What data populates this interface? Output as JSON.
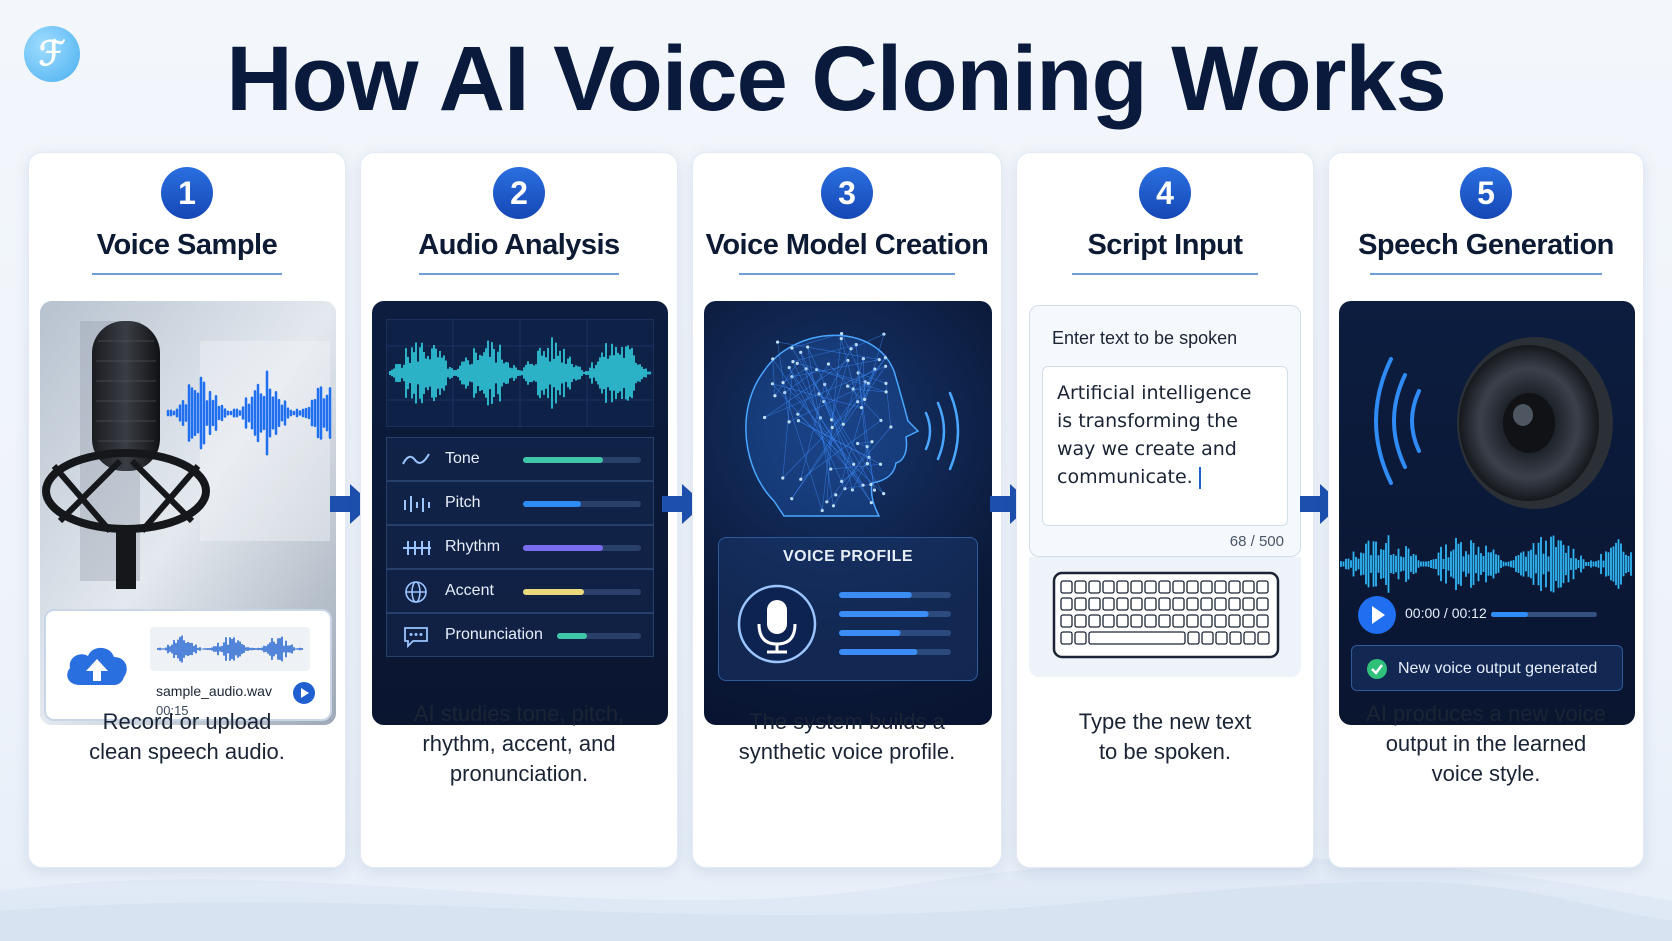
{
  "title": "How AI Voice Cloning Works",
  "logo_glyph": "ℱ",
  "steps": [
    {
      "number": "1",
      "title": "Voice Sample",
      "description": [
        "Record or upload",
        "clean speech audio."
      ],
      "file_name": "sample_audio.wav",
      "file_duration": "00:15"
    },
    {
      "number": "2",
      "title": "Audio Analysis",
      "description": [
        "AI studies tone, pitch,",
        "rhythm, accent, and",
        "pronunciation."
      ],
      "metrics": [
        {
          "label": "Tone",
          "value": 0.68,
          "color": "#3fc6a8",
          "icon": "tone-wave-icon"
        },
        {
          "label": "Pitch",
          "value": 0.49,
          "color": "#2f8cf2",
          "icon": "pitch-bars-icon"
        },
        {
          "label": "Rhythm",
          "value": 0.68,
          "color": "#7a6cf0",
          "icon": "rhythm-icon"
        },
        {
          "label": "Accent",
          "value": 0.52,
          "color": "#e8d97c",
          "icon": "globe-icon"
        },
        {
          "label": "Pronunciation",
          "value": 0.36,
          "color": "#3fc6a8",
          "icon": "speech-bubble-icon"
        }
      ]
    },
    {
      "number": "3",
      "title": "Voice Model Creation",
      "description": [
        "The system builds a",
        "synthetic voice profile."
      ],
      "profile_label": "VOICE PROFILE",
      "profile_bars": [
        0.65,
        0.8,
        0.55,
        0.7
      ]
    },
    {
      "number": "4",
      "title": "Script Input",
      "description": [
        "Type the new text",
        "to be spoken."
      ],
      "input_label": "Enter text to be spoken",
      "input_text": [
        "Artificial intelligence",
        "is transforming the",
        "way we create and",
        "communicate."
      ],
      "char_count": "68 / 500"
    },
    {
      "number": "5",
      "title": "Speech Generation",
      "description": [
        "AI produces a new voice",
        "output in the learned",
        "voice style."
      ],
      "player_time": "00:00 / 00:12",
      "player_progress": 0.35,
      "status_text": "New voice output generated"
    }
  ],
  "colors": {
    "accent": "#1d5bd0",
    "title": "#0a1a3d",
    "panel_dark": "#0c1d3f",
    "wave_cyan": "#34d6e6",
    "wave_blue": "#2a8cf5",
    "success": "#2fc07a"
  }
}
